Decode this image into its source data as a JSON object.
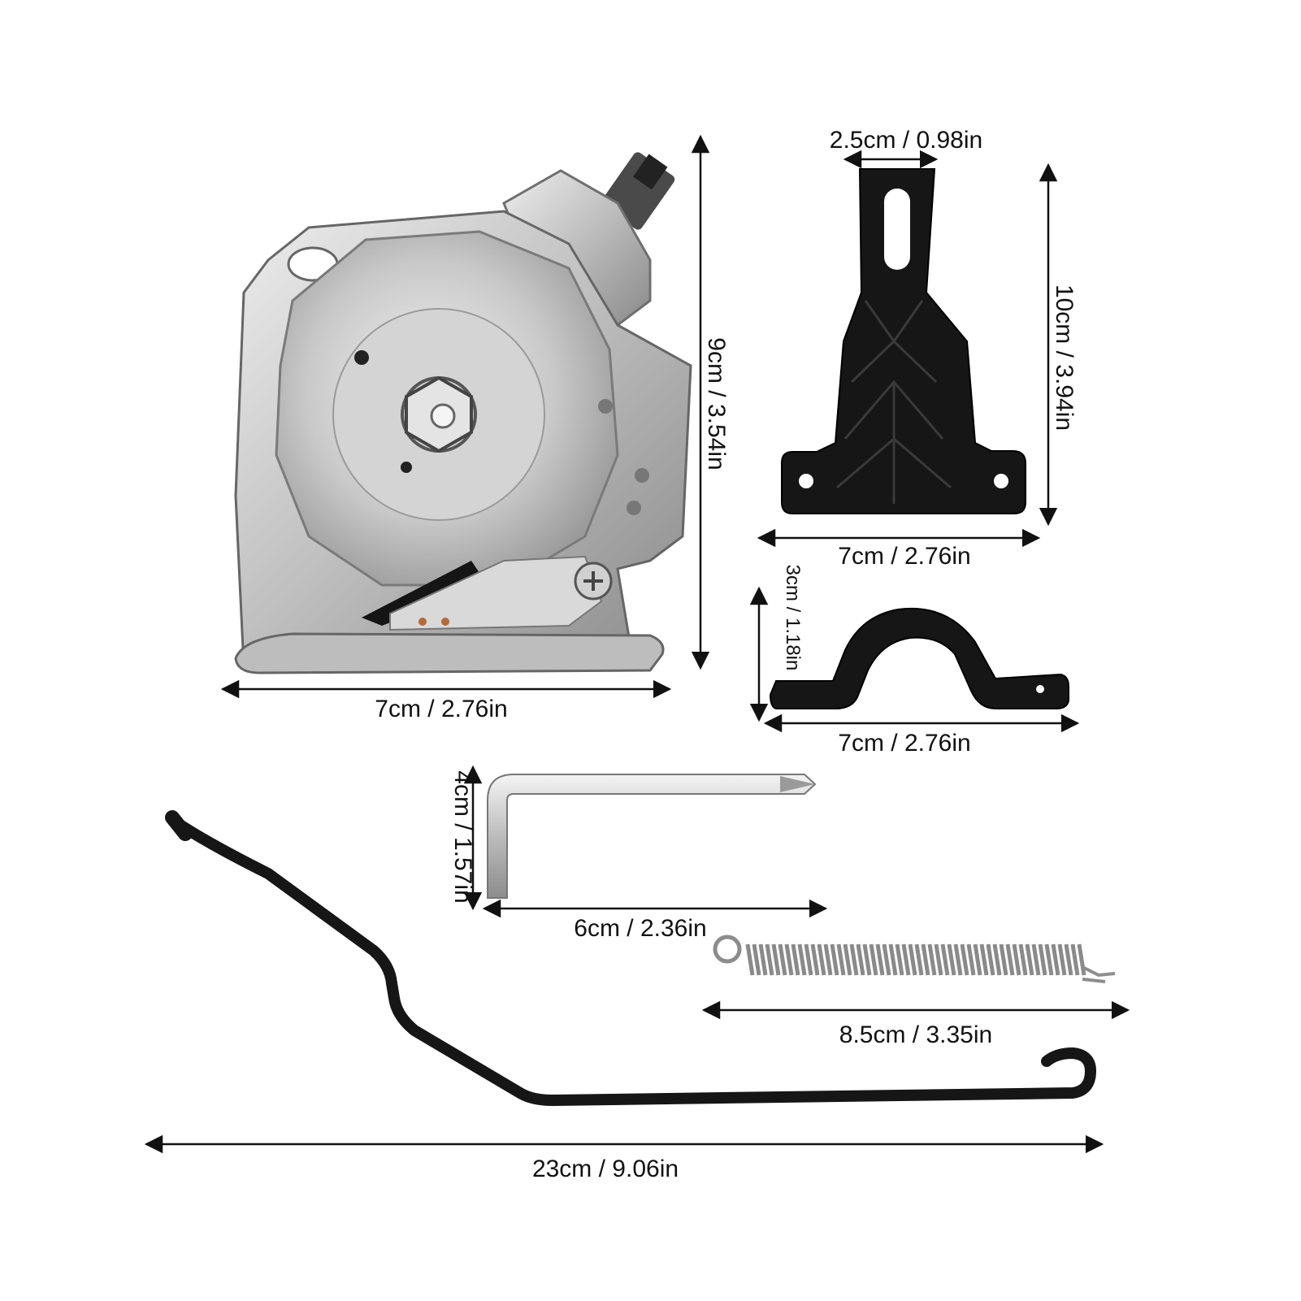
{
  "colors": {
    "line": "#111111",
    "metal_light": "#e6e6e6",
    "metal_mid": "#b9b9b9",
    "metal_dark": "#7a7a7a",
    "plastic": "#161616"
  },
  "parts": {
    "cutter_head": {
      "icon": "rotary-cutter-head",
      "width_label": "7cm / 2.76in",
      "height_label": "9cm / 3.54in"
    },
    "mount_bracket": {
      "icon": "t-mount-bracket",
      "top_width_label": "2.5cm / 0.98in",
      "height_label": "10cm / 3.94in",
      "width_label": "7cm / 2.76in"
    },
    "saddle_clamp": {
      "icon": "saddle-clamp",
      "height_label": "3cm / 1.18in",
      "width_label": "7cm / 2.76in"
    },
    "hex_key": {
      "icon": "allen-hex-key",
      "height_label": "4cm / 1.57in",
      "width_label": "6cm / 2.36in"
    },
    "spring": {
      "icon": "tension-spring",
      "length_label": "8.5cm / 3.35in"
    },
    "lever_rod": {
      "icon": "bent-lever-rod",
      "length_label": "23cm / 9.06in"
    }
  }
}
